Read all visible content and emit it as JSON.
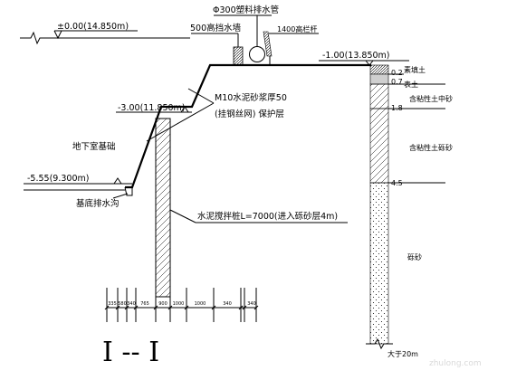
{
  "elevations": {
    "top_left": "±0.00(14.850m)",
    "bench": "-3.00(11.850m)",
    "base": "-5.55(9.300m)",
    "right_ground": "-1.00(13.850m)"
  },
  "labels": {
    "pipe": "Φ300塑料排水管",
    "wall": "500高挡水墙",
    "railing": "1400高栏杆",
    "protection_line1": "M10水泥砂浆厚50",
    "protection_line2": "(挂钢丝网) 保护层",
    "basement": "地下室基础",
    "drain": "基底排水沟",
    "pile": "水泥搅拌桩L=7000(进入砾砂层4m)"
  },
  "soil": {
    "layers": [
      {
        "name": "素填土",
        "depth": "0.2"
      },
      {
        "name": "表土",
        "depth": "0.7"
      },
      {
        "name": "含粘性土中砂",
        "depth": "1.8"
      },
      {
        "name": "含粘性土砾砂",
        "depth": "4.5"
      },
      {
        "name": "砾砂",
        "depth": ""
      }
    ],
    "bottom_note": "大于20m"
  },
  "dimensions": [
    "335",
    "580",
    "340",
    "765",
    "900",
    "1000",
    "1000",
    "340",
    "340"
  ],
  "section_title": "I -- I",
  "watermark": "zhulong.com"
}
